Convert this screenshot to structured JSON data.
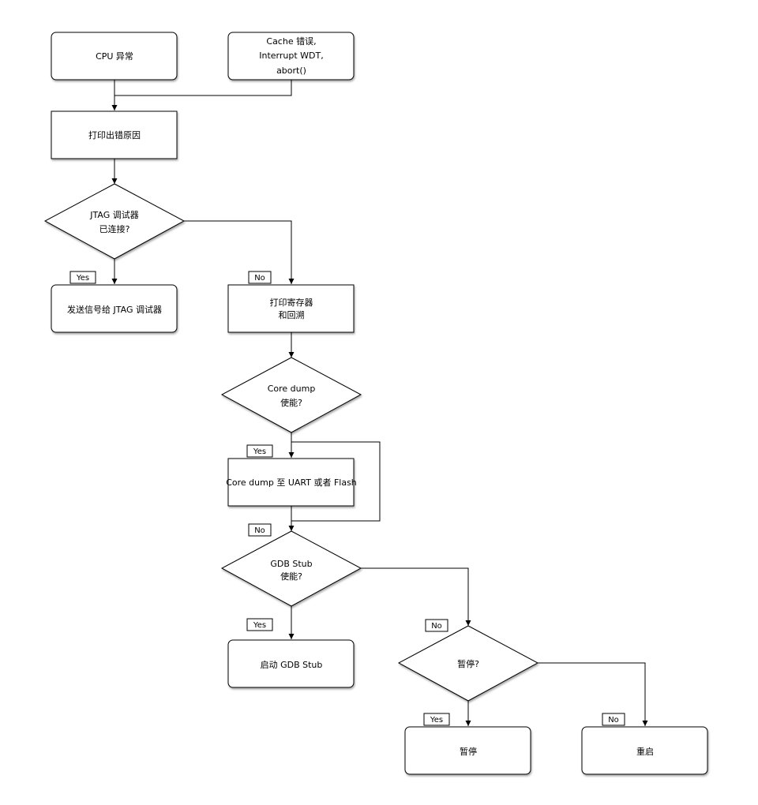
{
  "nodes": {
    "cpu_exception": {
      "lines": [
        "CPU 异常"
      ]
    },
    "cache_error": {
      "lines": [
        "Cache 错误,",
        "Interrupt WDT,",
        "abort()"
      ]
    },
    "print_reason": {
      "lines": [
        "打印出错原因"
      ]
    },
    "jtag_connected": {
      "lines": [
        "JTAG 调试器",
        "已连接?"
      ]
    },
    "send_signal": {
      "lines": [
        "发送信号给 JTAG 调试器"
      ]
    },
    "print_registers": {
      "lines": [
        "打印寄存器",
        "和回溯"
      ]
    },
    "core_dump_enabled": {
      "lines": [
        "Core dump",
        "使能?"
      ]
    },
    "core_dump_action": {
      "lines": [
        "Core dump 至 UART 或者 Flash"
      ]
    },
    "gdb_stub_enabled": {
      "lines": [
        "GDB Stub",
        "使能?"
      ]
    },
    "start_gdb_stub": {
      "lines": [
        "启动 GDB Stub"
      ]
    },
    "halt_question": {
      "lines": [
        "暂停?"
      ]
    },
    "halt": {
      "lines": [
        "暂停"
      ]
    },
    "reboot": {
      "lines": [
        "重启"
      ]
    }
  },
  "edge_labels": {
    "jtag_yes": "Yes",
    "jtag_no": "No",
    "core_dump_yes": "Yes",
    "core_dump_no": "No",
    "gdb_yes": "Yes",
    "gdb_no": "No",
    "halt_yes": "Yes",
    "halt_no": "No"
  }
}
